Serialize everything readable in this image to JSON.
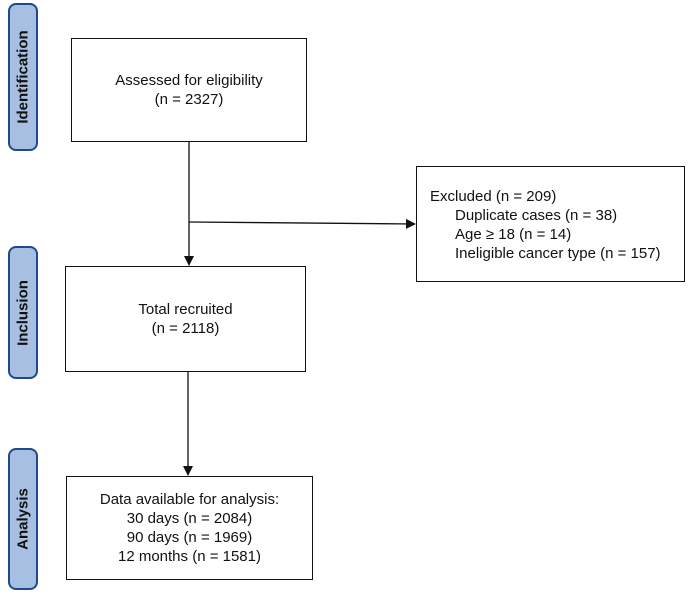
{
  "stages": {
    "identification": "Identification",
    "inclusion": "Inclusion",
    "analysis": "Analysis"
  },
  "assessed": {
    "title": "Assessed for eligibility",
    "count": "(n = 2327)"
  },
  "excluded": {
    "title": "Excluded (n = 209)",
    "reasons": [
      "Duplicate cases (n = 38)",
      "Age ≥ 18 (n = 14)",
      "Ineligible cancer type (n = 157)"
    ]
  },
  "recruited": {
    "title": "Total recruited",
    "count": "(n = 2118)"
  },
  "analysis": {
    "title": "Data available for analysis:",
    "items": [
      "30 days (n = 2084)",
      "90 days (n = 1969)",
      "12 months (n = 1581)"
    ]
  },
  "colors": {
    "stage_fill": "#a7bfe0",
    "stage_border": "#1e4a8c",
    "line": "#111111"
  }
}
